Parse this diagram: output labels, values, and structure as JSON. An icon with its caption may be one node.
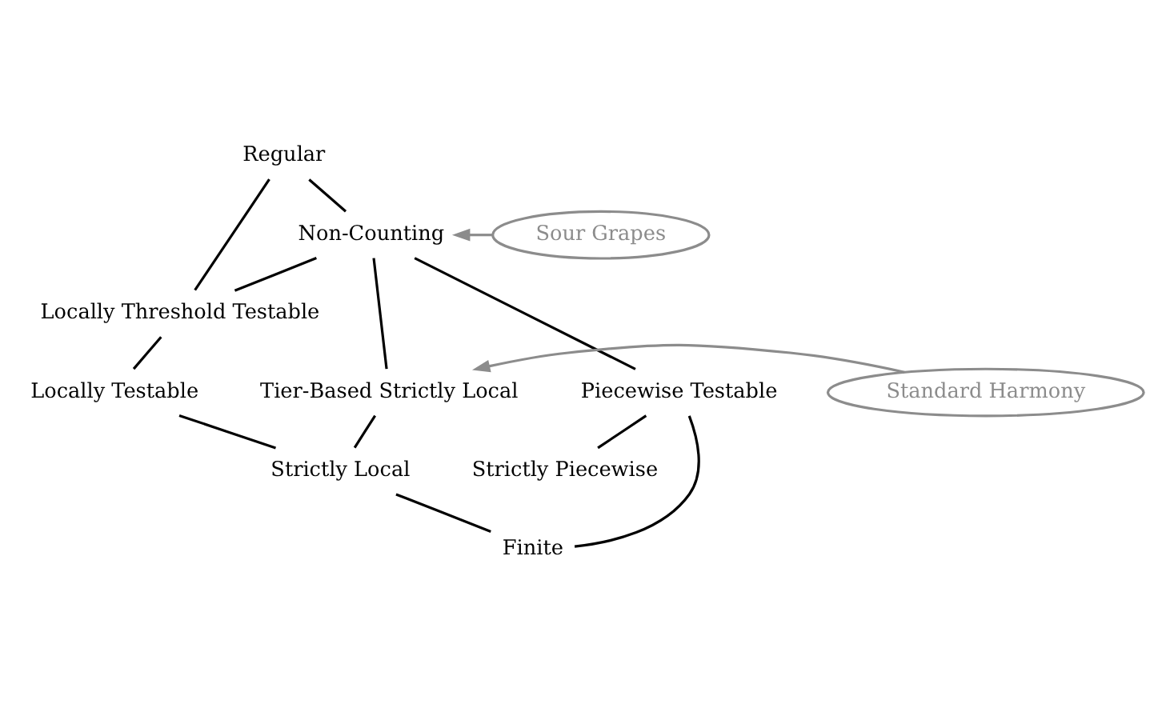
{
  "diagram": {
    "nodes": [
      {
        "text": [
          "Regular"
        ]
      },
      {
        "text": [
          "Non-Counting"
        ]
      },
      {
        "text": [
          "Sour Grapes"
        ]
      },
      {
        "text": [
          "Locally Threshold Testable"
        ]
      },
      {
        "text": [
          "Standard Harmony"
        ]
      },
      {
        "text": [
          "Tier-Based Strictly Local"
        ]
      },
      {
        "text": [
          "Locally Testable"
        ]
      },
      {
        "text": [
          "Piecewise Testable"
        ]
      },
      {
        "text": [
          "Strictly Local"
        ]
      },
      {
        "text": [
          "Strictly Piecewise"
        ]
      },
      {
        "text": [
          "Finite"
        ]
      }
    ],
    "edges": [
      {
        "from": 0,
        "to": 3,
        "arrow": "none"
      },
      {
        "from": 0,
        "to": 1,
        "arrow": "none"
      },
      {
        "from": 2,
        "to": 1,
        "arrow": "to",
        "color": "#8c8c8c"
      },
      {
        "from": 1,
        "to": 3,
        "arrow": "none"
      },
      {
        "from": 1,
        "to": 5,
        "arrow": "none"
      },
      {
        "from": 1,
        "to": 7,
        "arrow": "none"
      },
      {
        "from": 4,
        "to": 5,
        "arrow": "to",
        "color": "#8c8c8c"
      },
      {
        "from": 3,
        "to": 6,
        "arrow": "none"
      },
      {
        "from": 6,
        "to": 8,
        "arrow": "none"
      },
      {
        "from": 5,
        "to": 8,
        "arrow": "none"
      },
      {
        "from": 7,
        "to": 9,
        "arrow": "none"
      },
      {
        "from": 7,
        "to": 10,
        "arrow": "none"
      },
      {
        "from": 8,
        "to": 10,
        "arrow": "none"
      }
    ]
  }
}
